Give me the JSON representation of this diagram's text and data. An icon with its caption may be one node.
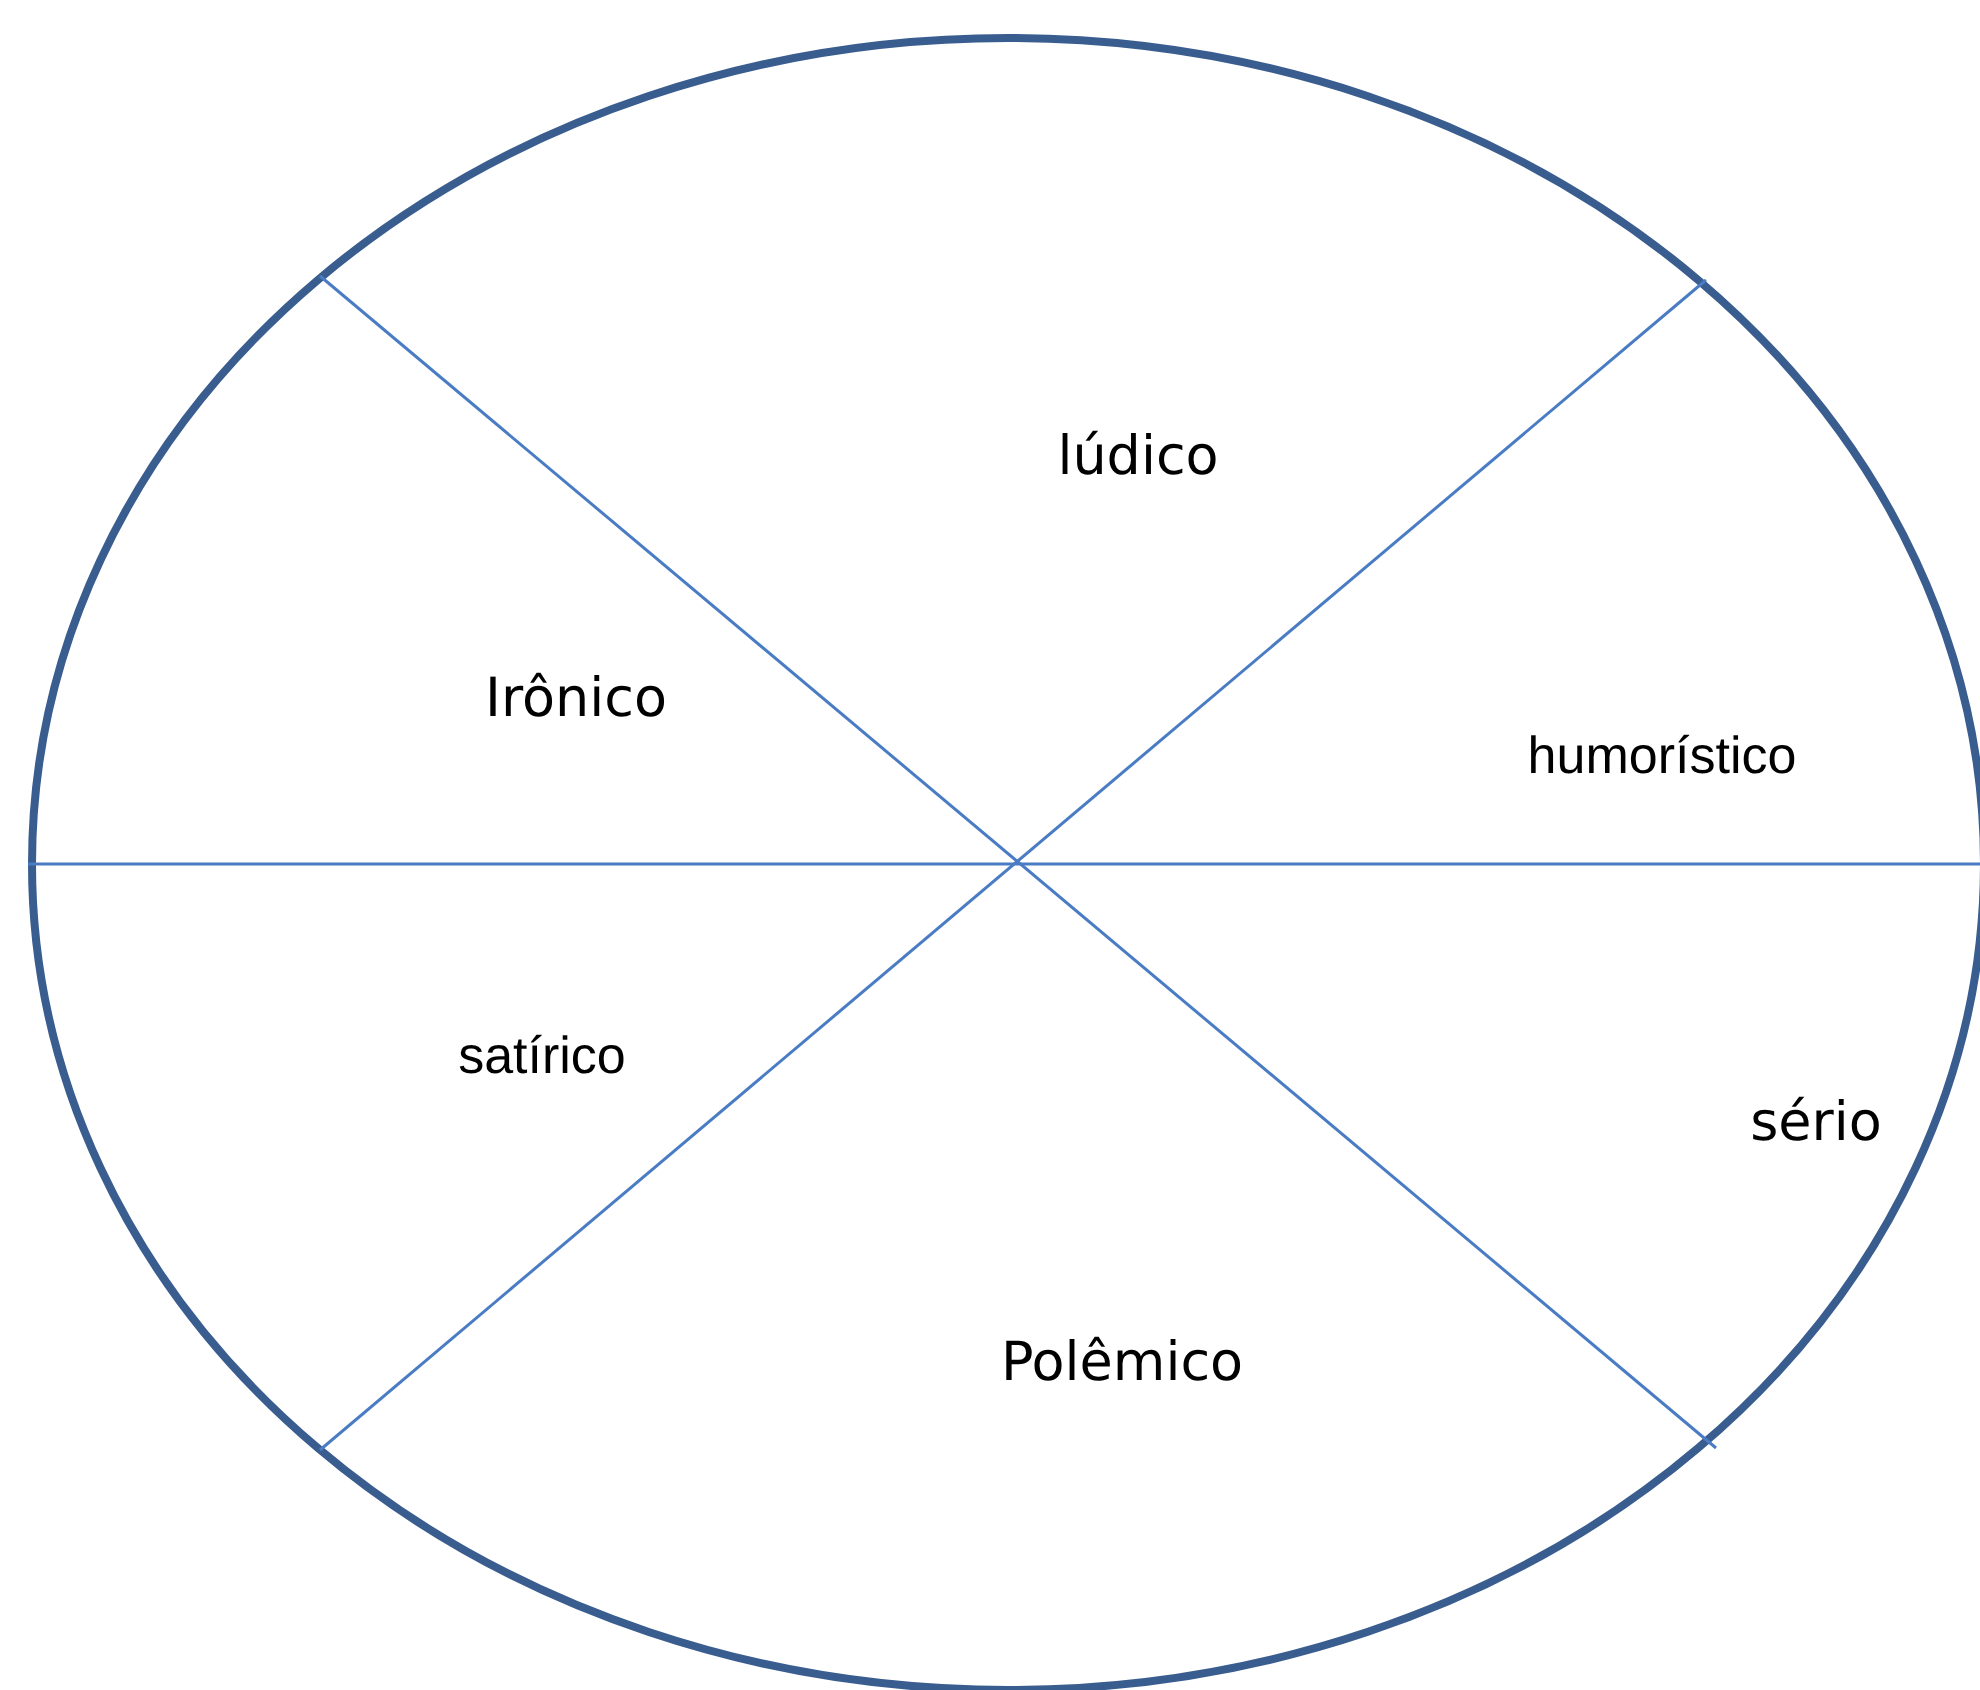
{
  "diagram": {
    "nodes": [
      {
        "text": [
          "lúdico",
          "Irônico",
          "humorístico",
          "satírico",
          "sério",
          "Polêmico"
        ]
      }
    ]
  }
}
